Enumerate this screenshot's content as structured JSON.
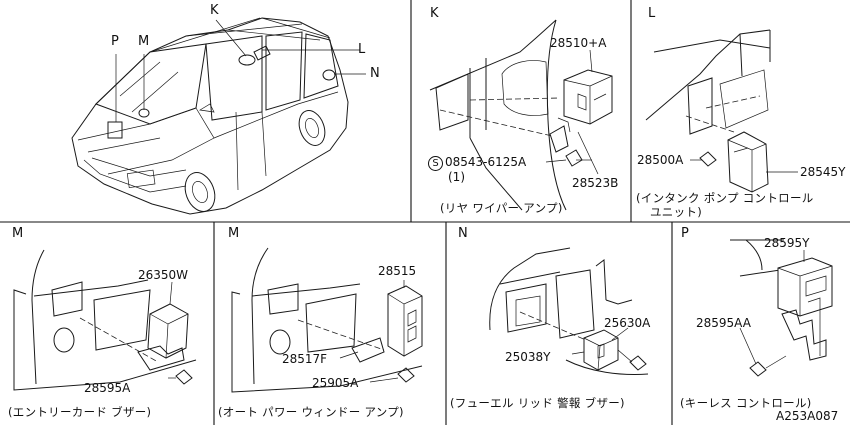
{
  "labels": {
    "overview": {
      "p": "P",
      "m": "M",
      "k": "K",
      "l": "L",
      "n": "N"
    },
    "panel_k": {
      "title": "K",
      "part_relay": "28510+A",
      "bolt_prefix": "S",
      "bolt": "08543-6125A",
      "bolt_qty": "(1)",
      "bracket": "28523B",
      "caption": "(リヤ ワイパー アンプ)"
    },
    "panel_l": {
      "title": "L",
      "bolt": "28500A",
      "unit": "28545Y",
      "caption_line1": "(インタンク ポンプ コントロール",
      "caption_line2": "ユニット)"
    },
    "panel_m1": {
      "title": "M",
      "unit": "26350W",
      "bolt": "28595A",
      "caption": "(エントリーカード ブザー)"
    },
    "panel_m2": {
      "title": "M",
      "unit": "28515",
      "bracket": "28517F",
      "bolt": "25905A",
      "caption": "(オート パワー ウィンドー アンプ)"
    },
    "panel_n": {
      "title": "N",
      "bolt": "25630A",
      "unit": "25038Y",
      "caption": "(フューエル リッド 警報 ブザー)"
    },
    "panel_p": {
      "title": "P",
      "unit": "28595Y",
      "bolt": "28595AA",
      "caption": "(キーレス コントロール)",
      "drawing_number": "A253A087"
    }
  }
}
